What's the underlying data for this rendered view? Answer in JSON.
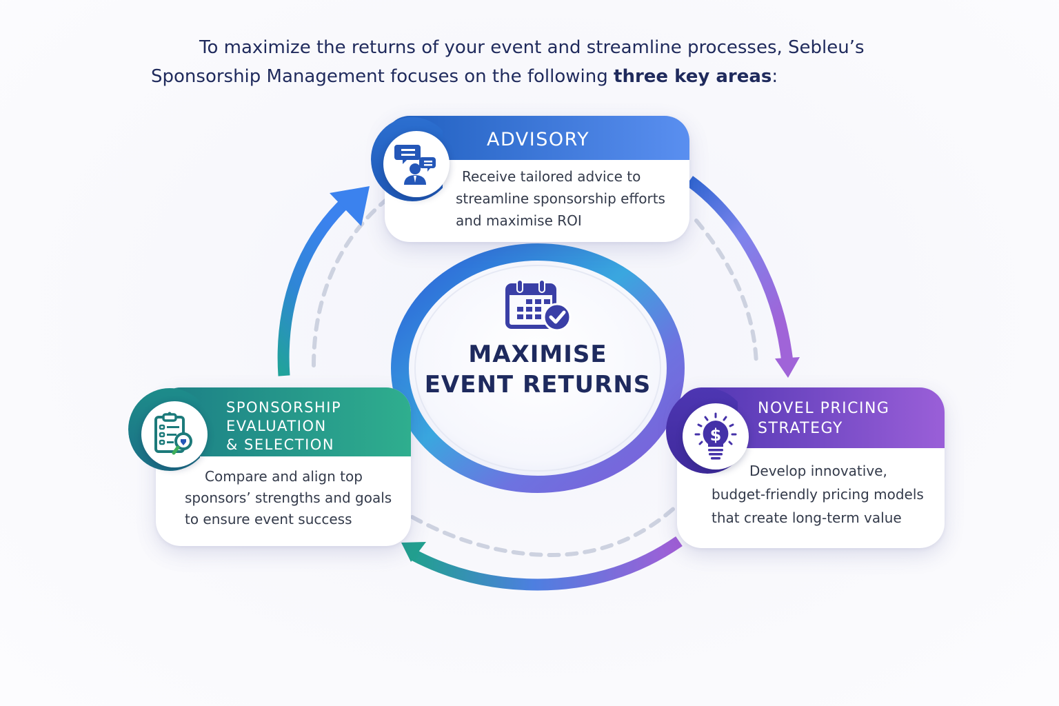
{
  "intro": {
    "line1": "To maximize the returns of your event and streamline processes, Sebleu’s",
    "line2_prefix": "Sponsorship Management focuses on the following ",
    "line2_bold": "three key areas",
    "line2_suffix": ":"
  },
  "center": {
    "icon": "calendar-check-icon",
    "title_line1": "MAXIMISE",
    "title_line2": "EVENT RETURNS"
  },
  "cards": [
    {
      "id": "advisory",
      "title_lines": [
        "ADVISORY"
      ],
      "icon": "advisor-chat-icon",
      "body_lines": [
        "Receive tailored advice to",
        "streamline sponsorship efforts",
        "and maximise ROI"
      ],
      "color_start": "#1f5fbf",
      "color_end": "#5a8ff0"
    },
    {
      "id": "evaluation",
      "title_lines": [
        "SPONSORSHIP",
        "EVALUATION",
        "& SELECTION"
      ],
      "icon": "clipboard-search-icon",
      "body_lines": [
        "Compare and align top",
        "sponsors’ strengths and goals",
        "to ensure event success"
      ],
      "color_start": "#1b7e86",
      "color_end": "#2fae8e"
    },
    {
      "id": "pricing",
      "title_lines": [
        "NOVEL PRICING",
        "STRATEGY"
      ],
      "icon": "lightbulb-dollar-icon",
      "body_lines": [
        "Develop innovative,",
        "budget-friendly pricing models",
        "that create long-term value"
      ],
      "color_start": "#4b33b0",
      "color_end": "#9a5fd8"
    }
  ],
  "colors": {
    "navy_text": "#1f2a5c",
    "body_text": "#333a4a",
    "dash": "#cdd2e0"
  }
}
